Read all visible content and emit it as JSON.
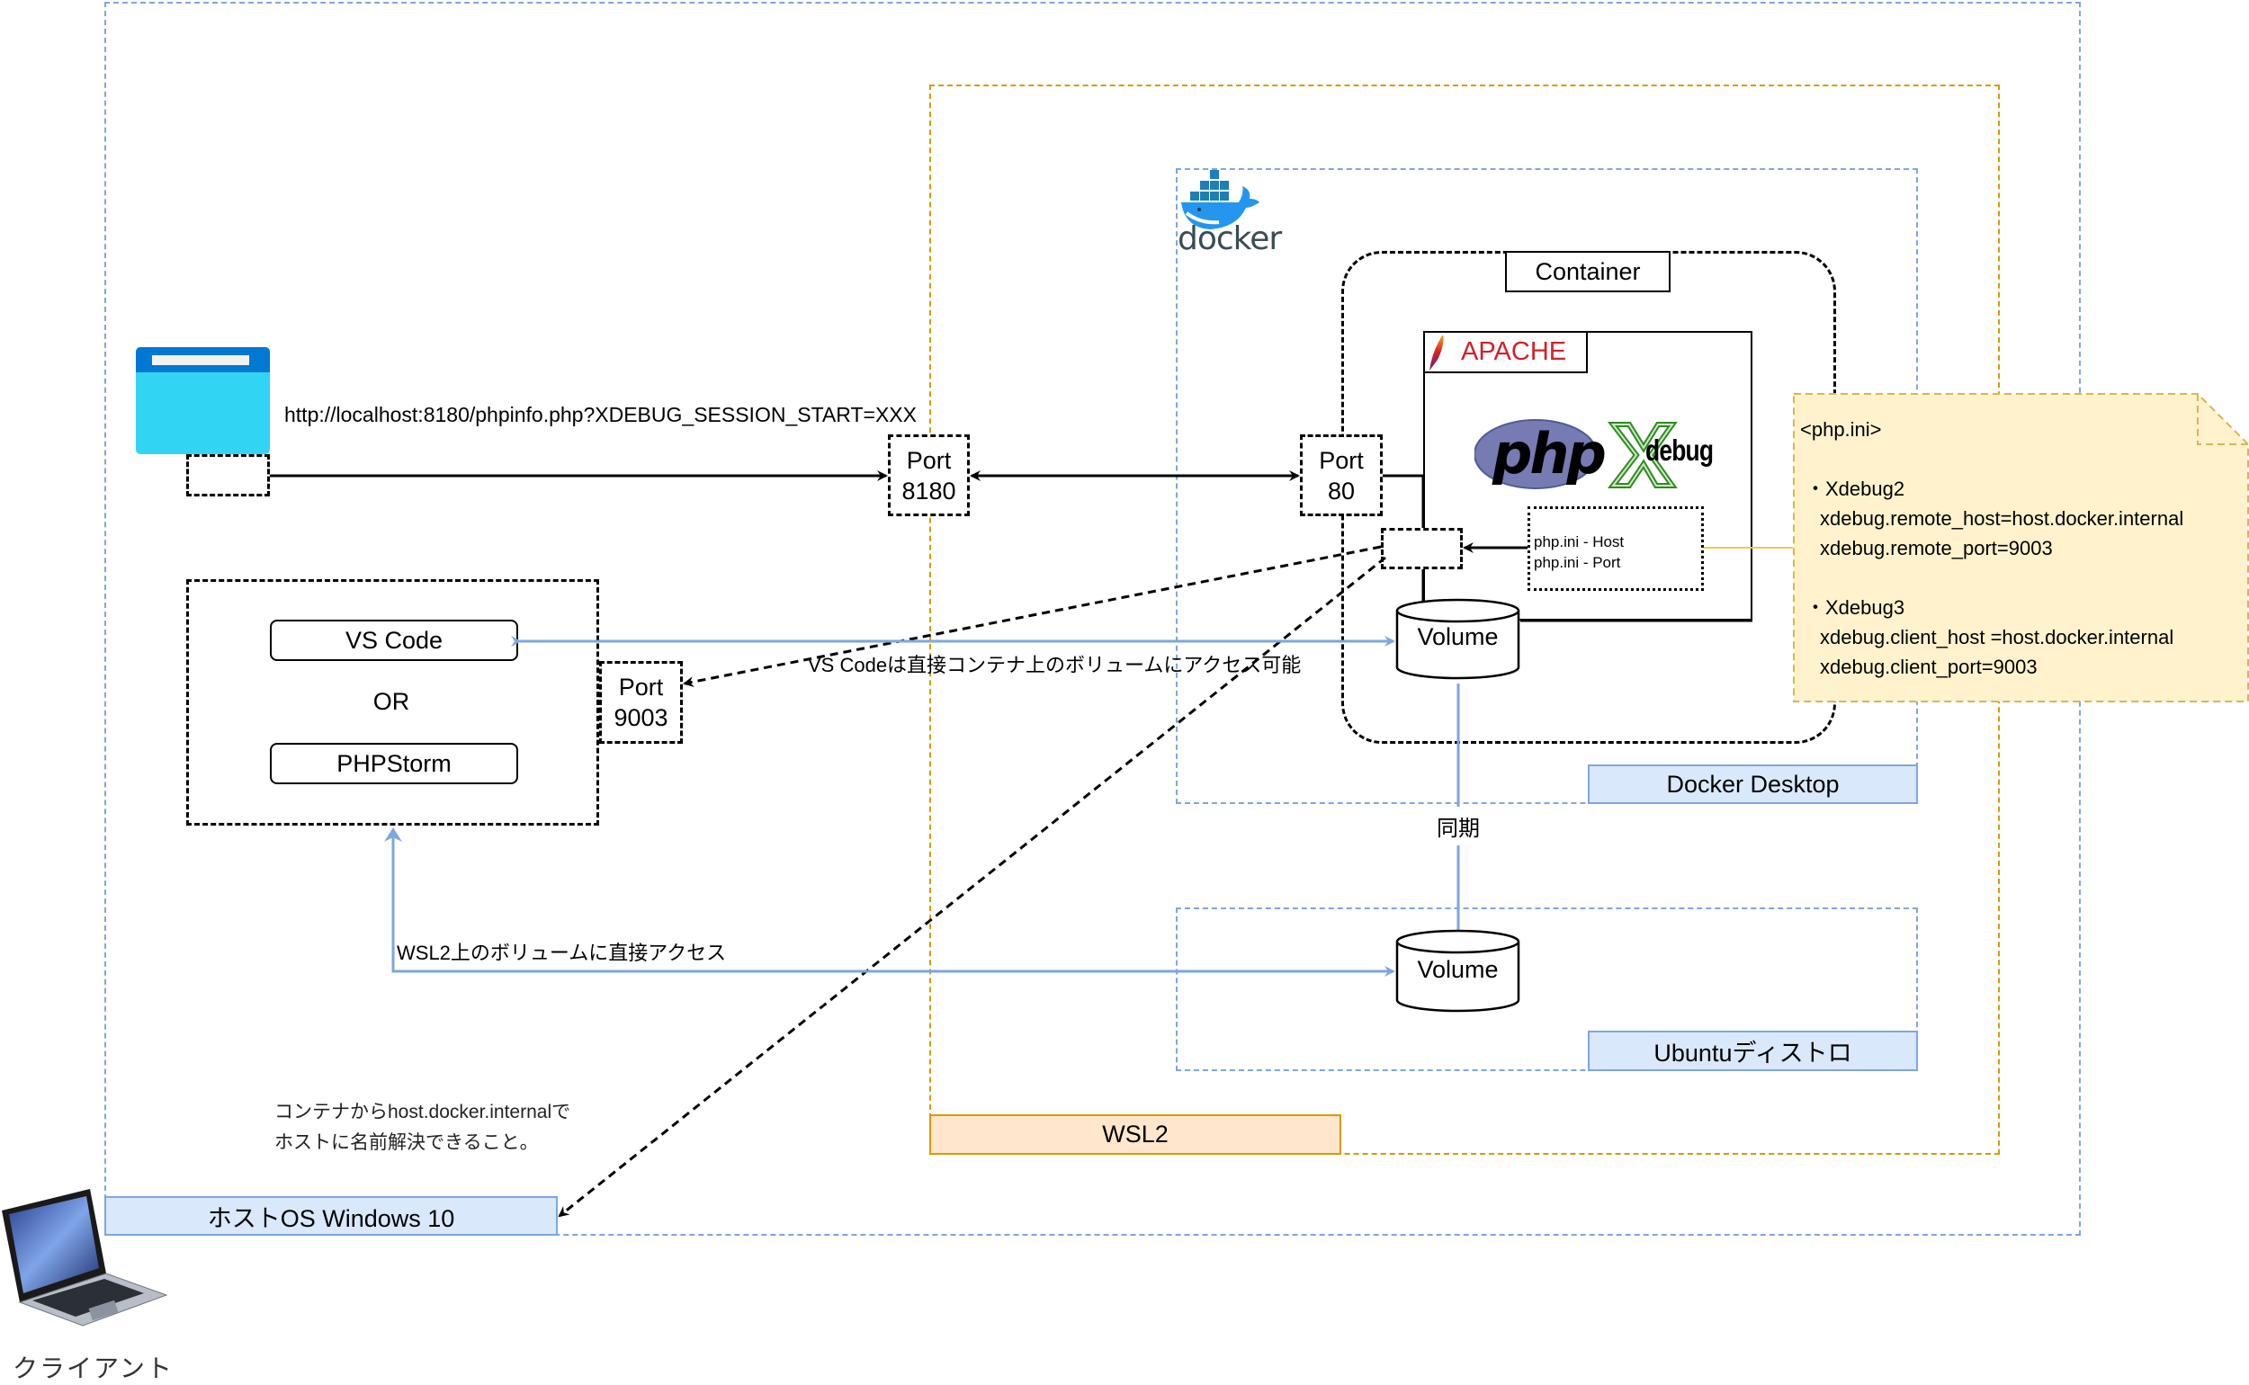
{
  "regions": {
    "host_os": "ホストOS Windows 10",
    "wsl2": "WSL2",
    "docker_desktop": "Docker Desktop",
    "ubuntu": "Ubuntuディストロ",
    "container": "Container"
  },
  "logos": {
    "docker": "docker",
    "apache": "APACHE",
    "php": "php",
    "xdebug": "debug"
  },
  "client": {
    "label": "クライアント",
    "url": "http://localhost:8180/phpinfo.php?XDEBUG_SESSION_START=XXX"
  },
  "ports": {
    "p8180": [
      "Port",
      "8180"
    ],
    "p80": [
      "Port",
      "80"
    ],
    "p9003": [
      "Port",
      "9003"
    ]
  },
  "ide": {
    "vscode": "VS Code",
    "or": "OR",
    "phpstorm": "PHPStorm"
  },
  "phpini_box": {
    "host": "php.ini - Host",
    "port": "php.ini - Port"
  },
  "volumes": {
    "container_volume": "Volume",
    "wsl_volume": "Volume"
  },
  "edge_labels": {
    "vscode_access": "VS Codeは直接コンテナ上のボリュームにアクセス可能",
    "sync": "同期",
    "wsl_access": "WSL2上のボリュームに直接アクセス",
    "host_resolution_line1": "コンテナからhost.docker.internalで",
    "host_resolution_line2": "ホストに名前解決できること。"
  },
  "note": {
    "title": "<php.ini>",
    "xdebug2_heading": "・Xdebug2",
    "xdebug2_lines": [
      "xdebug.remote_host=host.docker.internal",
      "xdebug.remote_port=9003"
    ],
    "xdebug3_heading": "・Xdebug3",
    "xdebug3_lines": [
      "xdebug.client_host =host.docker.internal",
      "xdebug.client_port=9003"
    ]
  },
  "colors": {
    "blue_stroke": "#7ea6e0",
    "blue_fill": "#dae8fc",
    "orange_stroke": "#d79b00",
    "orange_fill": "#ffe6cc",
    "note_fill": "#fff2cc",
    "note_stroke": "#d6b656",
    "apache_red": "#d22128",
    "php_purple": "#777bb3",
    "xdebug_green": "#2e8b22",
    "docker_blue": "#2496ed"
  }
}
